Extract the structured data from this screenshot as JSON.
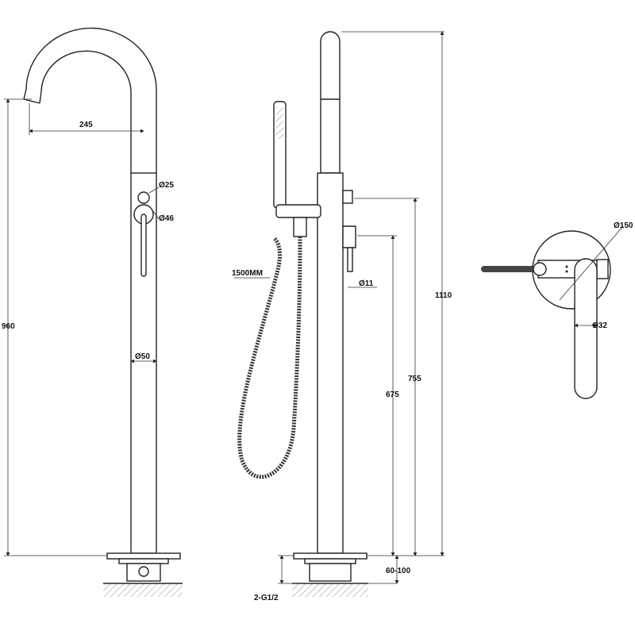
{
  "dimensions": {
    "spout_reach": "245",
    "diverter_diameter": "Ø25",
    "handle_diameter": "Ø46",
    "body_diameter": "Ø50",
    "spout_height": "960",
    "hose_length": "1500MM",
    "lever_diameter": "Ø11",
    "total_height": "1110",
    "outlet_height": "755",
    "handle_height": "675",
    "riser_adjust": "60-100",
    "connections": "2-G1/2",
    "cover_plate_diameter": "Ø150",
    "top_lever_diameter": "Ø32"
  }
}
